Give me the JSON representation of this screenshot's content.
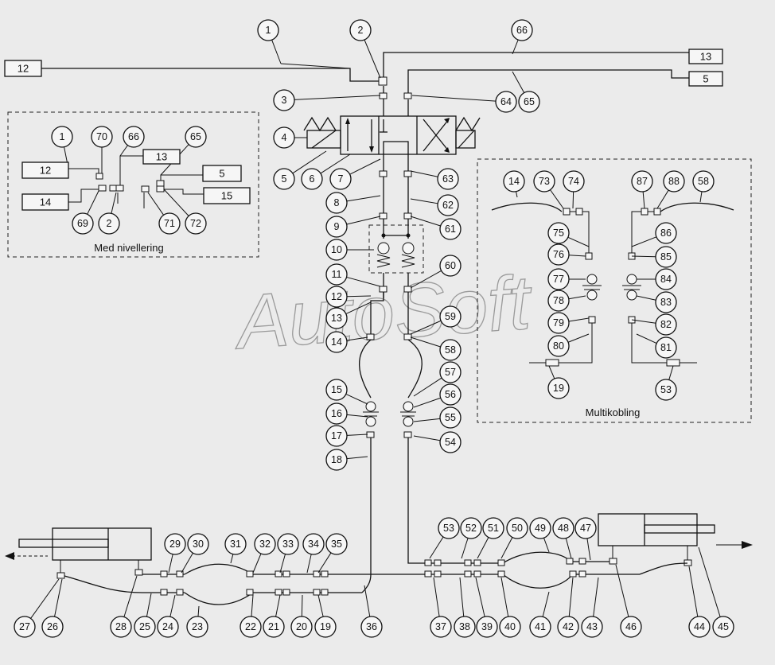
{
  "watermark": "AutoSoft",
  "captions": {
    "leveling": "Med nivellering",
    "multi": "Multikobling"
  },
  "boxes": [
    "12",
    "13",
    "5",
    "12",
    "14",
    "13",
    "5",
    "15"
  ],
  "labels": [
    "1",
    "2",
    "66",
    "3",
    "64",
    "65",
    "4",
    "5",
    "6",
    "7",
    "63",
    "8",
    "62",
    "9",
    "61",
    "10",
    "11",
    "60",
    "12",
    "13",
    "59",
    "14",
    "58",
    "57",
    "15",
    "56",
    "16",
    "55",
    "17",
    "54",
    "18",
    "1",
    "70",
    "66",
    "65",
    "12",
    "14",
    "69",
    "2",
    "71",
    "72",
    "14",
    "73",
    "74",
    "87",
    "88",
    "58",
    "75",
    "86",
    "76",
    "85",
    "77",
    "84",
    "78",
    "83",
    "79",
    "82",
    "80",
    "81",
    "19",
    "53",
    "53",
    "52",
    "51",
    "50",
    "49",
    "48",
    "47",
    "29",
    "30",
    "31",
    "32",
    "33",
    "34",
    "35",
    "27",
    "26",
    "28",
    "25",
    "24",
    "23",
    "22",
    "21",
    "20",
    "19",
    "36",
    "37",
    "38",
    "39",
    "40",
    "41",
    "42",
    "43",
    "46",
    "44",
    "45"
  ]
}
